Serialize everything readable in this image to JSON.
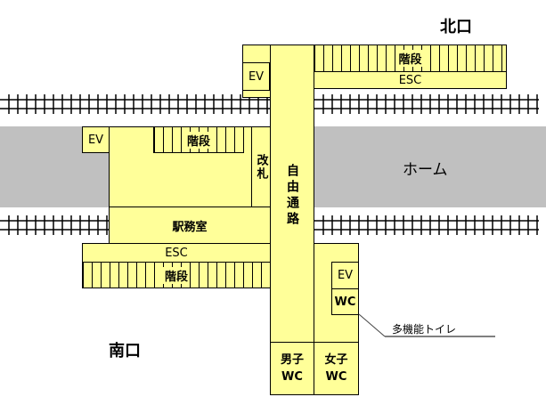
{
  "title_north": "北口",
  "title_south": "南口",
  "platform_label": "ホーム",
  "colors": {
    "facility": "#ffff99",
    "platform": "#c0c0c0",
    "line": "#000000"
  },
  "north": {
    "stairs": "階段",
    "escalator": "ESC",
    "elevator": "EV"
  },
  "concourse": {
    "passage": "自由通路",
    "gate": "改札"
  },
  "platform_area": {
    "elevator": "EV",
    "stairs": "階段"
  },
  "station_office": "駅務室",
  "south": {
    "escalator": "ESC",
    "stairs": "階段"
  },
  "toilets": {
    "elevator": "EV",
    "multi_wc": "WC",
    "multi_wc_callout": "多機能トイレ",
    "mens": "男子",
    "mens_wc": "WC",
    "womens": "女子",
    "womens_wc": "WC"
  }
}
